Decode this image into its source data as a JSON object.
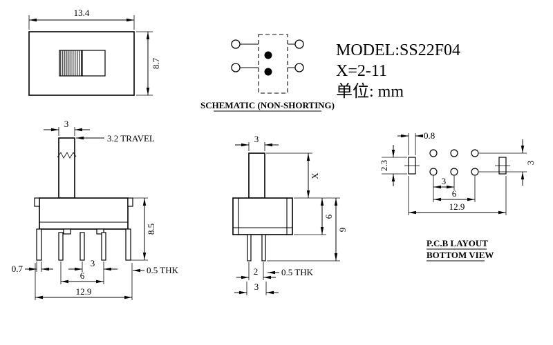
{
  "title_block": {
    "model": "MODEL:SS22F04",
    "variable": "X=2-11",
    "unit": "单位: mm"
  },
  "top_view": {
    "dims": {
      "width": "13.4",
      "height": "8.7"
    }
  },
  "schematic": {
    "caption": "SCHEMATIC (NON-SHORTING)"
  },
  "front_view": {
    "dims": {
      "knob_width": "3",
      "travel": "3.2 TRAVEL",
      "height": "8.5",
      "pin_width": "0.7",
      "pin_pitch": "3",
      "pin_span": "6",
      "total_width": "12.9",
      "thickness": "0.5 THK"
    }
  },
  "side_view": {
    "dims": {
      "knob_width": "3",
      "knob_height": "X",
      "body_height": "6",
      "total_height": "9",
      "pin_gap": "2",
      "pin_span": "3",
      "thickness": "0.5 THK"
    }
  },
  "pcb_layout": {
    "caption_line1": "P.C.B LAYOUT",
    "caption_line2": "BOTTOM VIEW",
    "dims": {
      "slot_width": "0.8",
      "slot_height": "2.3",
      "row_pitch": "3",
      "hole_pitch": "3",
      "hole_span": "6",
      "total_width": "12.9"
    }
  },
  "colors": {
    "line": "#000000",
    "background": "#ffffff"
  }
}
